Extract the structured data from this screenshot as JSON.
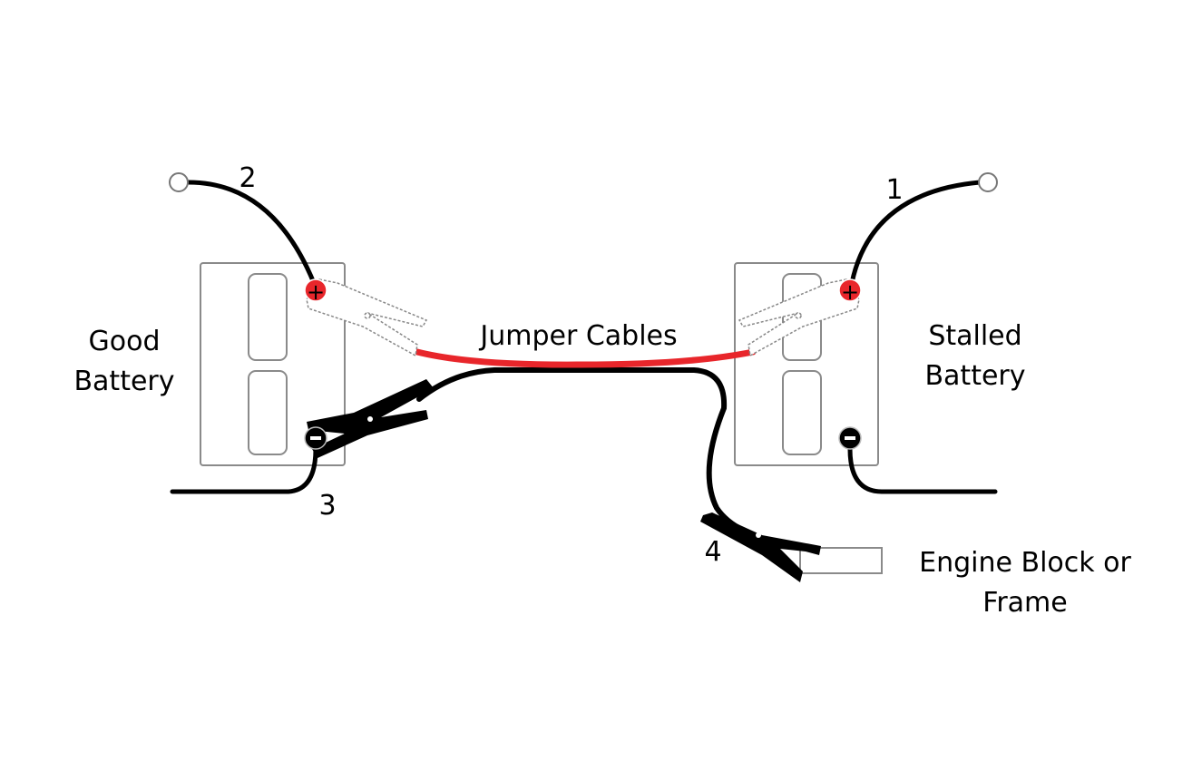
{
  "labels": {
    "good_battery_line1": "Good",
    "good_battery_line2": "Battery",
    "stalled_battery_line1": "Stalled",
    "stalled_battery_line2": "Battery",
    "jumper_cables": "Jumper Cables",
    "engine_block_line1": "Engine Block or",
    "engine_block_line2": "Frame"
  },
  "steps": {
    "step1": "1",
    "step2": "2",
    "step3": "3",
    "step4": "4"
  },
  "terminals": {
    "positive": "+",
    "negative": "-"
  },
  "colors": {
    "positive_cable": "#e8262b",
    "negative_cable": "#000000",
    "battery_outline": "#8a8a8a"
  }
}
